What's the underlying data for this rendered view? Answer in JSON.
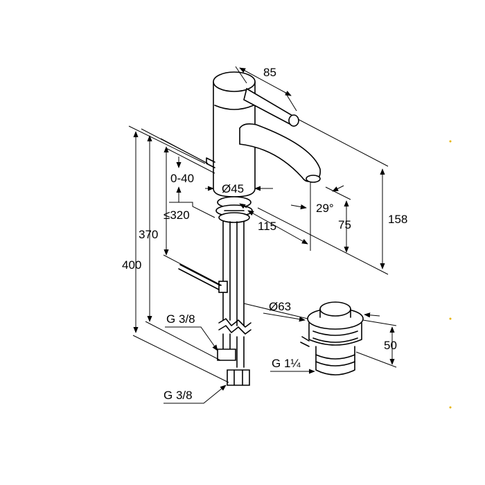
{
  "dimensions": {
    "spout_reach": "85",
    "lever_range": "0-40",
    "body_diameter": "Ø45",
    "spout_angle": "29°",
    "deck_thickness": "≤320",
    "height_total": "158",
    "outlet_height": "75",
    "offset": "115",
    "hose_length_upper": "370",
    "hose_length_total": "400",
    "waste_diameter": "Ø63",
    "waste_height": "50",
    "thread_upper": "G 3/8",
    "thread_lower": "G 3/8",
    "waste_thread": "G 1¼"
  },
  "colors": {
    "line": "#000000",
    "background": "#ffffff",
    "accent_marks": "#e8b500"
  }
}
